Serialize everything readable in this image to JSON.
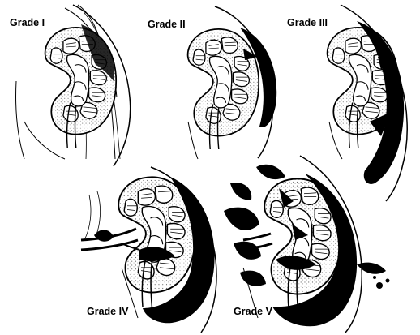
{
  "figure": {
    "panels": [
      {
        "id": "grade-1",
        "label": "Grade I"
      },
      {
        "id": "grade-2",
        "label": "Grade II"
      },
      {
        "id": "grade-3",
        "label": "Grade III"
      },
      {
        "id": "grade-4",
        "label": "Grade IV"
      },
      {
        "id": "grade-5",
        "label": "Grade V"
      }
    ]
  },
  "colors": {
    "ink": "#000000",
    "paper": "#ffffff",
    "stipple": "#9a9a9a"
  }
}
